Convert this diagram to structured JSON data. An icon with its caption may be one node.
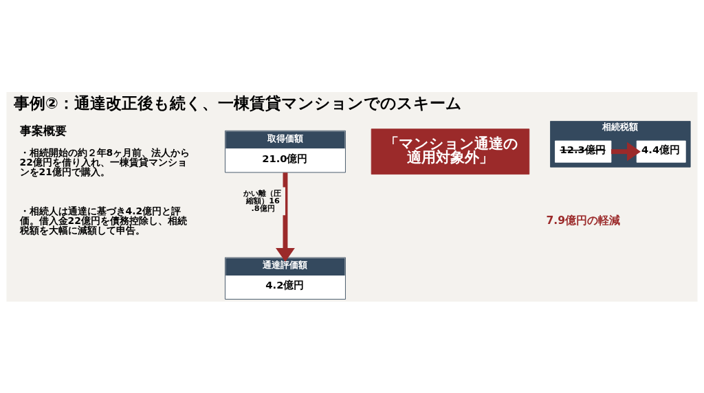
{
  "diagram": {
    "title": "事例②：通達改正後も続く、一棟賃貸マンションでのスキーム",
    "nodes": [
      {
        "text": [
          "取得価額",
          "21.0億円"
        ]
      },
      {
        "text": [
          "通達評価額",
          "4.2億円"
        ]
      },
      {
        "text": [
          "「マンション通達の適用対象外」"
        ]
      },
      {
        "text": [
          "相続税額"
        ]
      },
      {
        "text": [
          "12.3億円"
        ],
        "in": 3
      },
      {
        "text": [
          "4.4億円"
        ],
        "in": 3
      }
    ],
    "edges": [
      {
        "from": 0,
        "to": 1,
        "arrow": "to",
        "label": "かい離（圧縮額）16.8億円"
      },
      {
        "from": 4,
        "to": 5,
        "arrow": "to"
      }
    ],
    "labels": [
      "事案概要",
      "・相続開始の約２年8ヶ月前、法人から22億円を借り入れ、一棟賃貸マンションを21億円で購入。",
      "7.9億円の軽減",
      "・相続人は通達に基づき4.2億円と評価。借入金22億円を債務控除し、相続税額を大幅に減額して申告。"
    ]
  }
}
